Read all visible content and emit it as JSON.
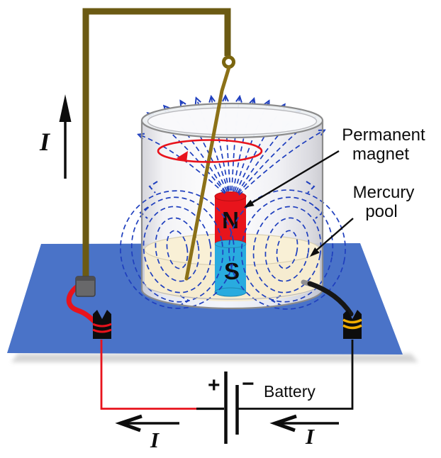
{
  "diagram": {
    "title_hint": "Homopolar motor: permanent magnet in mercury pool with rotating wire",
    "labels": {
      "permanent_magnet_line1": "Permanent",
      "permanent_magnet_line2": "magnet",
      "mercury_pool_line1": "Mercury",
      "mercury_pool_line2": "pool",
      "battery": "Battery",
      "battery_plus": "+",
      "battery_minus": "−",
      "magnet_north": "N",
      "magnet_south": "S",
      "current_left_vertical": "I",
      "current_bottom_left": "I",
      "current_bottom_right": "I"
    },
    "colors": {
      "platform_blue": "#4a73c8",
      "field_blue": "#1f3fbe",
      "magnet_red": "#e8141c",
      "magnet_blue": "#29abdf",
      "mercury_cream": "#f6ecd0",
      "mercury_surface": "#f9f0d6",
      "accent_red": "#e8131c",
      "stand_olive": "#6b5a13",
      "wire_olive": "#8c7117",
      "wire_black": "#161616",
      "connector_gold": "#f0ad00",
      "terminal_gray": "#68686a",
      "glass_stroke": "#8b8b8b"
    }
  }
}
